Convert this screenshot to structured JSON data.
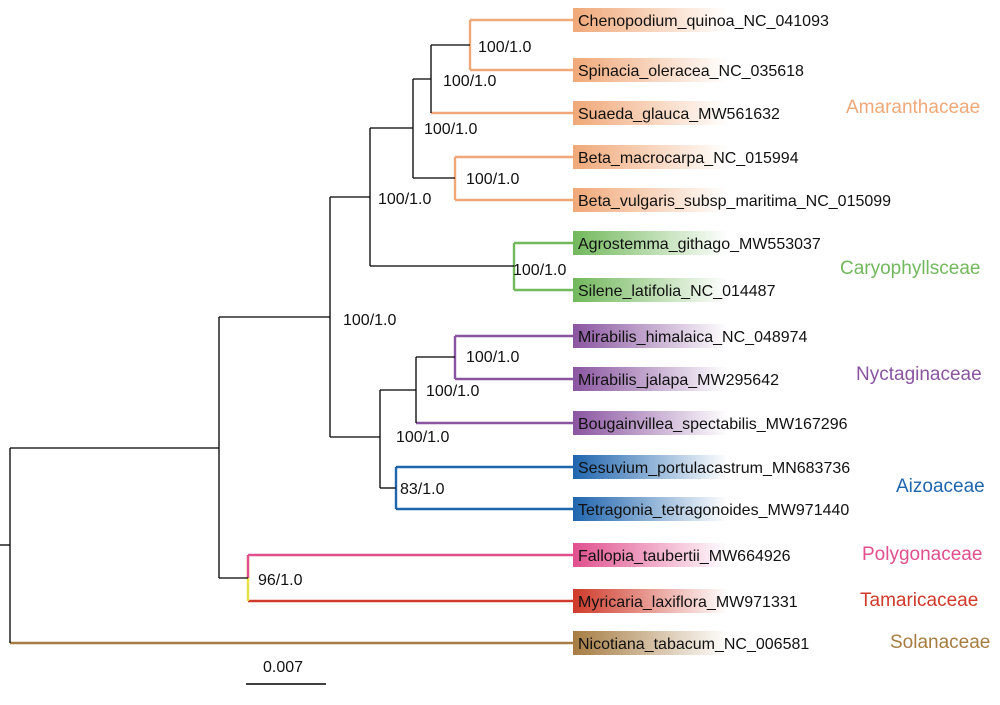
{
  "families": [
    {
      "name": "Amaranthaceae",
      "color": "#F0A878"
    },
    {
      "name": "Caryophyllsceae",
      "color": "#72B85C"
    },
    {
      "name": "Nyctaginaceae",
      "color": "#8A55A0"
    },
    {
      "name": "Aizoaceae",
      "color": "#1F65AE"
    },
    {
      "name": "Polygonaceae",
      "color": "#E0508E"
    },
    {
      "name": "Tamaricaceae",
      "color": "#CF3A2A"
    },
    {
      "name": "Solanaceae",
      "color": "#A67C42"
    }
  ],
  "taxa": [
    {
      "label": "Chenopodium_quinoa_NC_041093",
      "family": 0
    },
    {
      "label": "Spinacia_oleracea_NC_035618",
      "family": 0
    },
    {
      "label": "Suaeda_glauca_MW561632",
      "family": 0
    },
    {
      "label": "Beta_macrocarpa_NC_015994",
      "family": 0
    },
    {
      "label": "Beta_vulgaris_subsp_maritima_NC_015099",
      "family": 0
    },
    {
      "label": "Agrostemma_githago_MW553037",
      "family": 1
    },
    {
      "label": "Silene_latifolia_NC_014487",
      "family": 1
    },
    {
      "label": "Mirabilis_himalaica_NC_048974",
      "family": 2
    },
    {
      "label": "Mirabilis_jalapa_MW295642",
      "family": 2
    },
    {
      "label": "Bougainvillea_spectabilis_MW167296",
      "family": 2
    },
    {
      "label": "Sesuvium_portulacastrum_MN683736",
      "family": 3
    },
    {
      "label": "Tetragonia_tetragonoides_MW971440",
      "family": 3
    },
    {
      "label": "Fallopia_taubertii_MW664926",
      "family": 4
    },
    {
      "label": "Myricaria_laxiflora_MW971331",
      "family": 5
    },
    {
      "label": "Nicotiana_tabacum_NC_006581",
      "family": 6
    }
  ],
  "support_values": {
    "chenopodium_spinacia": "100/1.0",
    "chenopodium_suaeda": "100/1.0",
    "amaranthaceae_core": "100/1.0",
    "beta": "100/1.0",
    "amaranthaceae_caryophyllaceae": "100/1.0",
    "caryophyllaceae": "100/1.0",
    "caryophyllales_core": "100/1.0",
    "mirabilis": "100/1.0",
    "nyctaginaceae": "100/1.0",
    "nyctaginaceae_aizoaceae": "100/1.0",
    "aizoaceae": "83/1.0",
    "polygonaceae_tamaricaceae": "96/1.0"
  },
  "scale_bar": {
    "label": "0.007"
  },
  "colors": {
    "branch": "#000000",
    "default_branch": "#000000"
  }
}
